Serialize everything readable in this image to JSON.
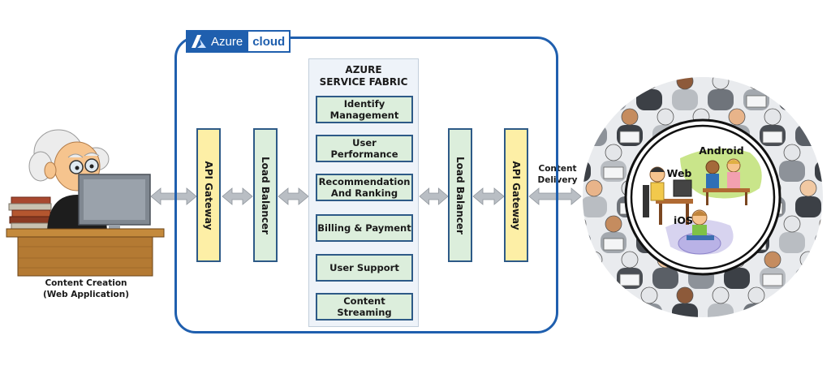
{
  "azure_badge": {
    "left": "Azure",
    "right": "cloud"
  },
  "left_caption": "Content Creation\n(Web Application)",
  "gateway_label": "API Gateway",
  "balancer_label": "Load Balancer",
  "fabric": {
    "title": "AZURE\nSERVICE FABRIC",
    "services": [
      "Identify\nManagement",
      "User\nPerformance",
      "Recommendation\nAnd Ranking",
      "Billing & Payment",
      "User Support",
      "Content\nStreaming"
    ]
  },
  "delivery_label": "Content\nDelivery",
  "platforms": {
    "web": "Web",
    "android": "Android",
    "ios": "iOS"
  },
  "colors": {
    "frame_blue": "#1f5fae",
    "gateway_fill": "#fdefa6",
    "service_fill": "#dceedc",
    "arrow_gray": "#b9bec4"
  }
}
